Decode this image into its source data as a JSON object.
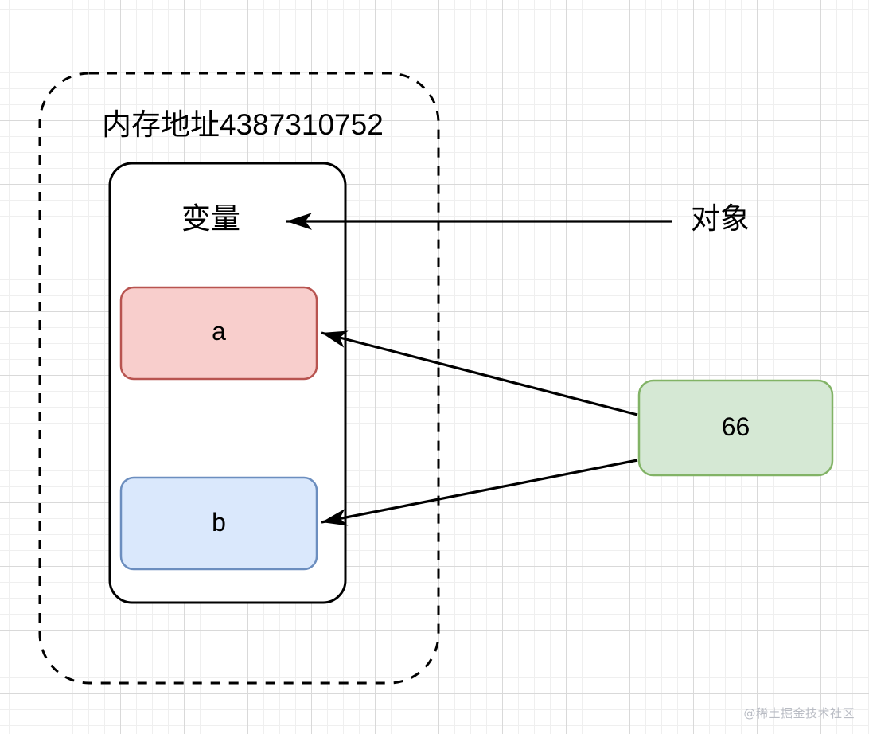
{
  "diagram": {
    "title_label": "内存地址4387310752",
    "variable_label": "变量",
    "object_label": "对象",
    "watermark": "@稀土掘金技术社区",
    "boxes": [
      {
        "id": "a",
        "label": "a",
        "fill": "#f8cecc",
        "stroke": "#b85450"
      },
      {
        "id": "b",
        "label": "b",
        "fill": "#dae8fc",
        "stroke": "#6c8ebf"
      },
      {
        "id": "value",
        "label": "66",
        "fill": "#d5e8d4",
        "stroke": "#82b366"
      }
    ],
    "containers": [
      {
        "id": "memory-block",
        "style": "dashed",
        "stroke": "#000000"
      },
      {
        "id": "variable-scope",
        "style": "solid",
        "stroke": "#000000"
      }
    ],
    "arrows": [
      {
        "id": "object-to-variable",
        "from": "object-label",
        "to": "variable-label"
      },
      {
        "id": "value-to-a",
        "from": "value-box",
        "to": "a-box"
      },
      {
        "id": "value-to-b",
        "from": "value-box",
        "to": "b-box"
      }
    ],
    "colors": {
      "grid_minor": "#efefef",
      "grid_major": "#d9d9d9",
      "line": "#000000",
      "watermark": "#b9bcc4"
    }
  }
}
